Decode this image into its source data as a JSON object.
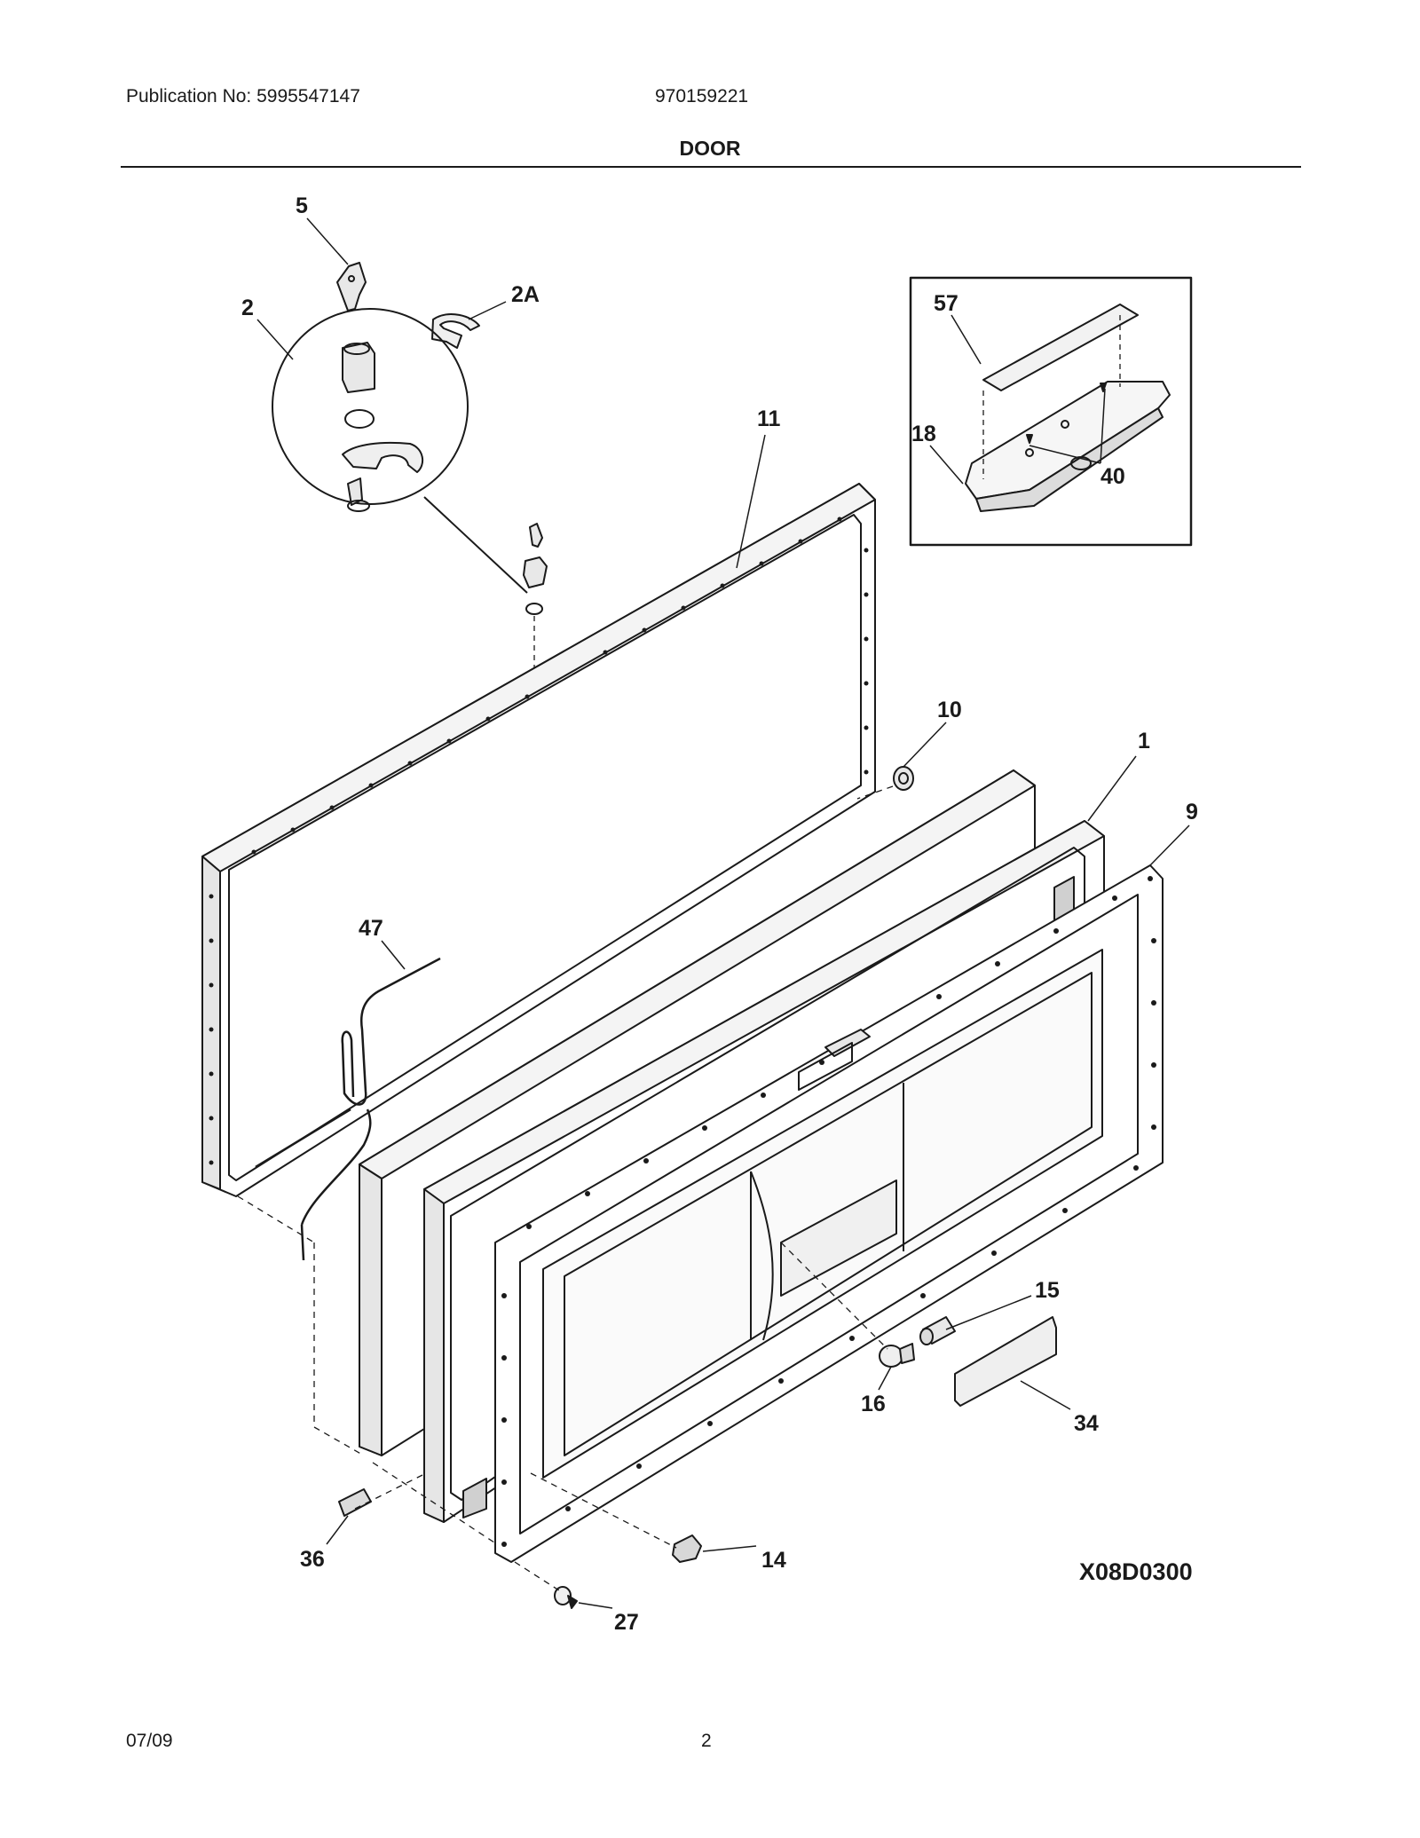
{
  "header": {
    "publication": "Publication No: 5995547147",
    "model_number": "970159221",
    "title": "DOOR"
  },
  "diagram": {
    "drawing_code": "X08D0300",
    "callouts": [
      "5",
      "2",
      "2A",
      "11",
      "57",
      "18",
      "40",
      "10",
      "1",
      "9",
      "47",
      "15",
      "16",
      "34",
      "36",
      "14",
      "27"
    ]
  },
  "footer": {
    "date": "07/09",
    "page": "2"
  }
}
